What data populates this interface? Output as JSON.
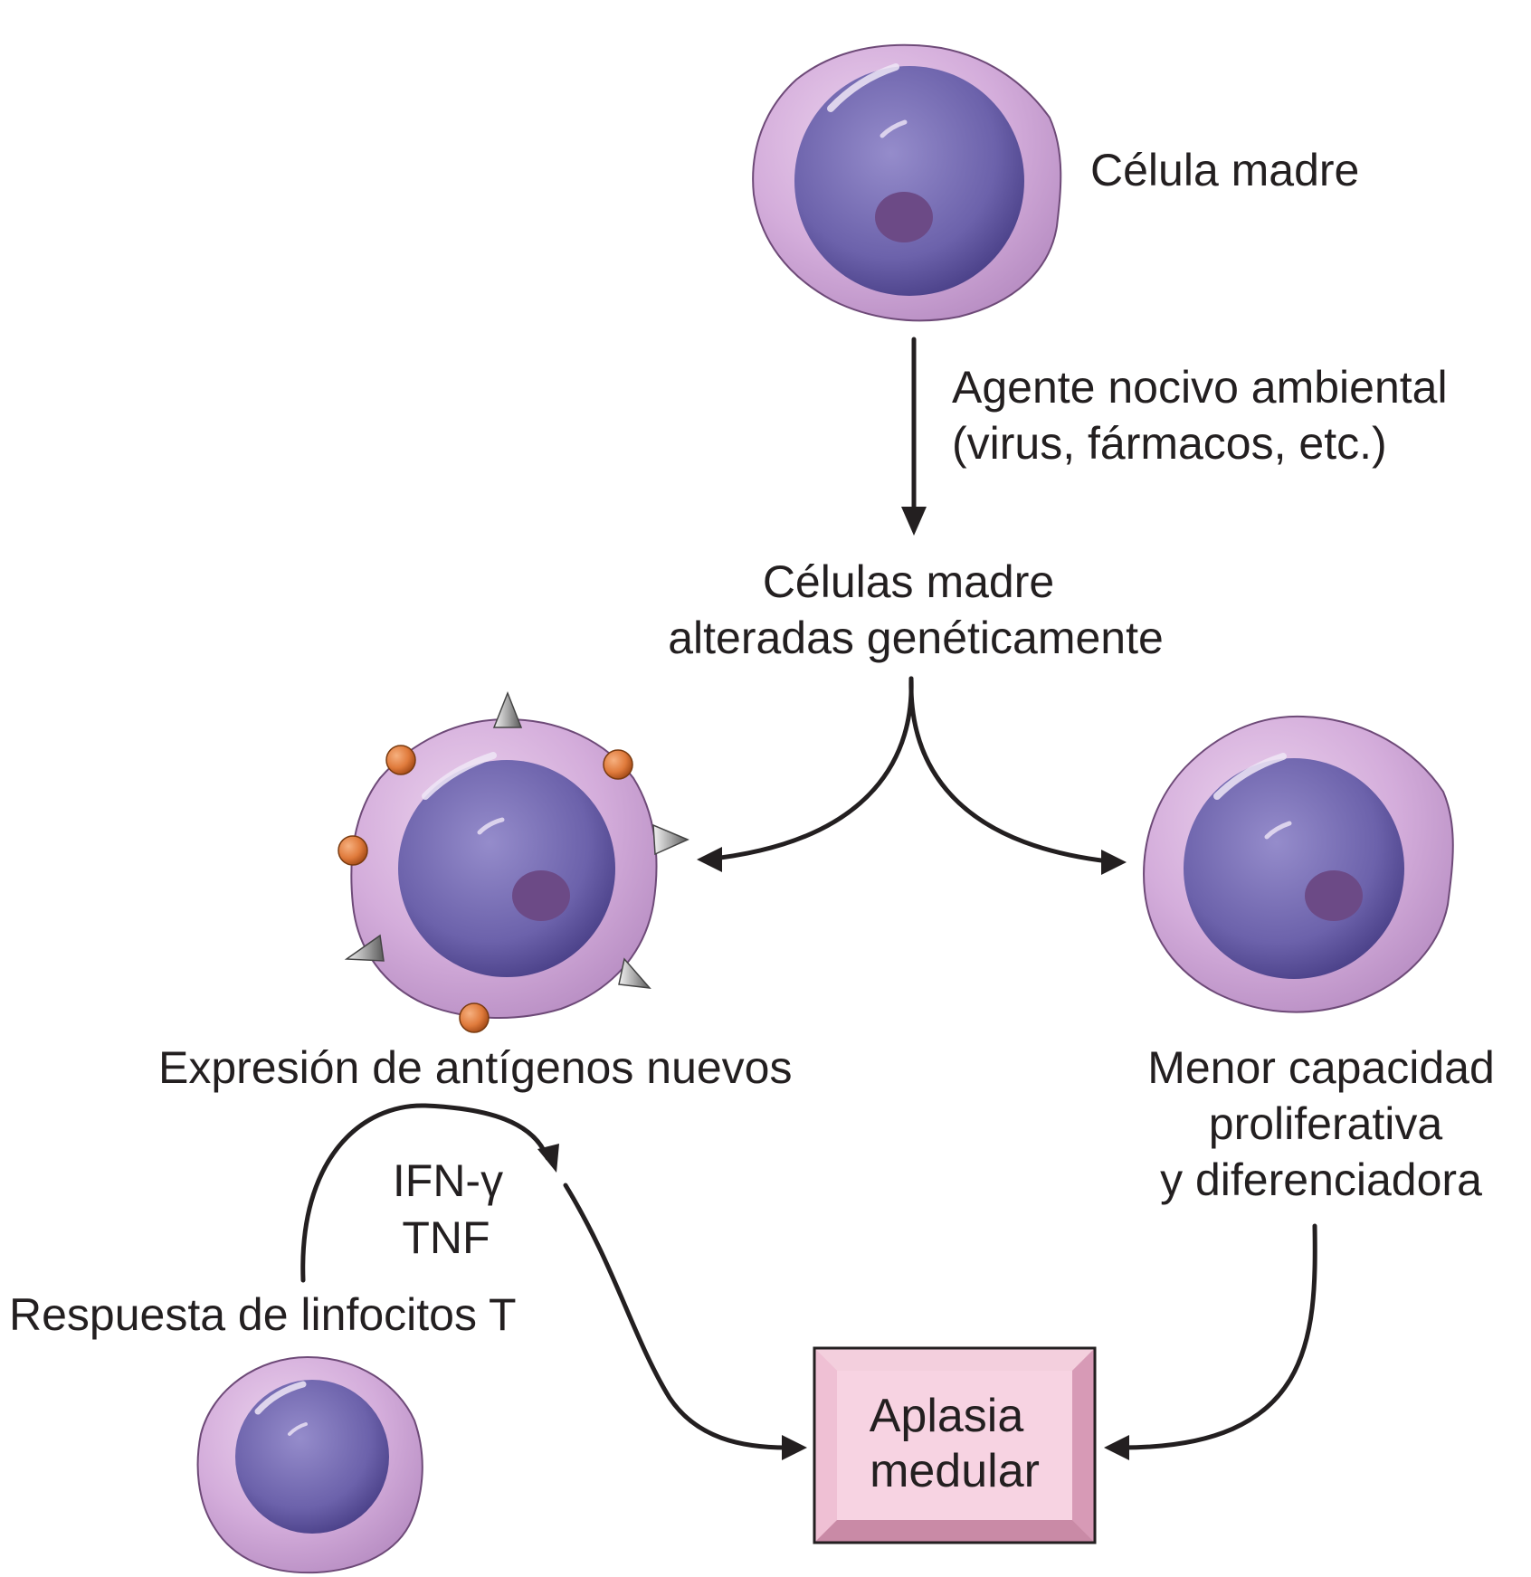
{
  "labels": {
    "stem_cell": "Célula madre",
    "agent_line1": "Agente nocivo ambiental",
    "agent_line2": "(virus, fármacos, etc.)",
    "altered_line1": "Células madre",
    "altered_line2": "alteradas genéticamente",
    "new_antigens": "Expresión de antígenos nuevos",
    "reduced_line1": "Menor capacidad",
    "reduced_line2": "proliferativa",
    "reduced_line3": "y diferenciadora",
    "cytokine_line1": "IFN-γ",
    "cytokine_line2": "TNF",
    "tcell_response": "Respuesta de linfocitos T",
    "aplasia_line1": "Aplasia",
    "aplasia_line2": "medular"
  },
  "colors": {
    "cytoplasm": "#cfa9d6",
    "cytoplasm_edge": "#6e4a78",
    "nucleus": "#6a5fa8",
    "nucleolus": "#6c4a86",
    "antigen_orange": "#e07b3c",
    "antigen_spike": "#a9a9a9",
    "box_face": "#f7d3e2",
    "box_bevel": "#d79ab6",
    "line": "#231f20"
  }
}
